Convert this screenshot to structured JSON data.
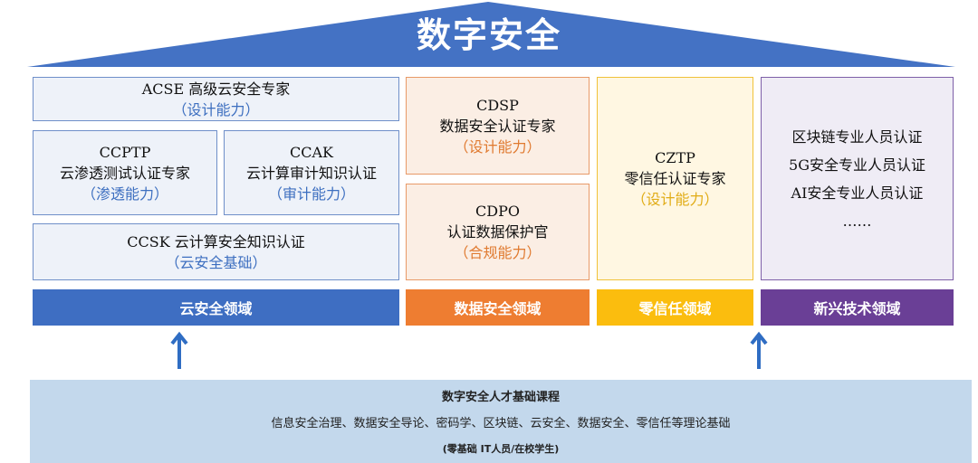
{
  "title": "数字安全",
  "colors": {
    "cloud": "#3e6ec2",
    "data": "#ee7d31",
    "zero_trust": "#fbbd0e",
    "emerging": "#6a3f96",
    "foundation": "#c3d8ec"
  },
  "cloud": {
    "acse": {
      "name": "ACSE 高级云安全专家",
      "cap": "（设计能力）"
    },
    "ccptp": {
      "code": "CCPTP",
      "name": "云渗透测试认证专家",
      "cap": "（渗透能力）"
    },
    "ccak": {
      "code": "CCAK",
      "name": "云计算审计知识认证",
      "cap": "（审计能力）"
    },
    "ccsk": {
      "name": "CCSK 云计算安全知识认证",
      "cap": "（云安全基础）"
    },
    "domain": "云安全领域"
  },
  "data_security": {
    "cdsp": {
      "code": "CDSP",
      "name": "数据安全认证专家",
      "cap": "（设计能力）"
    },
    "cdpo": {
      "code": "CDPO",
      "name": "认证数据保护官",
      "cap": "（合规能力）"
    },
    "domain": "数据安全领域"
  },
  "zero_trust": {
    "cztp": {
      "code": "CZTP",
      "name": "零信任认证专家",
      "cap": "（设计能力）"
    },
    "domain": "零信任领域"
  },
  "emerging": {
    "items": [
      "区块链专业人员认证",
      "5G安全专业人员认证",
      "AI安全专业人员认证",
      "……"
    ],
    "domain": "新兴技术领域"
  },
  "foundation": {
    "title": "数字安全人才基础课程",
    "description": "信息安全治理、数据安全导论、密码学、区块链、云安全、数据安全、零信任等理论基础",
    "audience": "(零基础 IT人员/在校学生)"
  },
  "icons": {
    "arrow_left": "arrow-up-icon",
    "arrow_right": "arrow-up-icon"
  }
}
